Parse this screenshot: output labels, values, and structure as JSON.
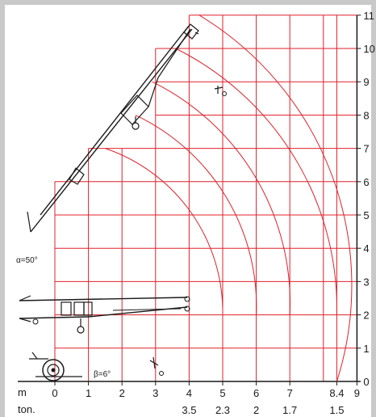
{
  "chart_data": {
    "type": "line",
    "title": "",
    "x_unit_label": "m",
    "load_unit_label": "ton.",
    "x_ticks": [
      "0",
      "1",
      "2",
      "3",
      "4",
      "5",
      "6",
      "7",
      "8.4",
      "9"
    ],
    "y_ticks": [
      "0",
      "1",
      "2",
      "3",
      "4",
      "5",
      "6",
      "7",
      "8",
      "9",
      "10",
      "11"
    ],
    "xlim": [
      0,
      9
    ],
    "ylim": [
      0,
      11
    ],
    "capacity_markers": [
      {
        "radius": 4,
        "label": "3.5"
      },
      {
        "radius": 5,
        "label": "2.3"
      },
      {
        "radius": 6,
        "label": "2"
      },
      {
        "radius": 7,
        "label": "1.7"
      },
      {
        "radius": 8.4,
        "label": "1.5"
      }
    ],
    "boundary_lines": [
      {
        "x": 0,
        "top": 6
      },
      {
        "x": 1,
        "top": 7
      },
      {
        "x": 3,
        "top": 10
      },
      {
        "x": 4,
        "top": 11
      }
    ],
    "reach_arcs": [
      {
        "from": [
          1.5,
          7
        ],
        "to": [
          5,
          2
        ]
      },
      {
        "from": [
          2.4,
          8
        ],
        "to": [
          6,
          2
        ]
      },
      {
        "from": [
          2.9,
          9
        ],
        "to": [
          7,
          2
        ]
      },
      {
        "from": [
          3.6,
          10
        ],
        "to": [
          8.4,
          2
        ]
      },
      {
        "from": [
          4.3,
          11
        ],
        "to": [
          8.4,
          0
        ]
      }
    ],
    "annotations": [
      "α=50°",
      "β=6°"
    ],
    "grid": true
  }
}
